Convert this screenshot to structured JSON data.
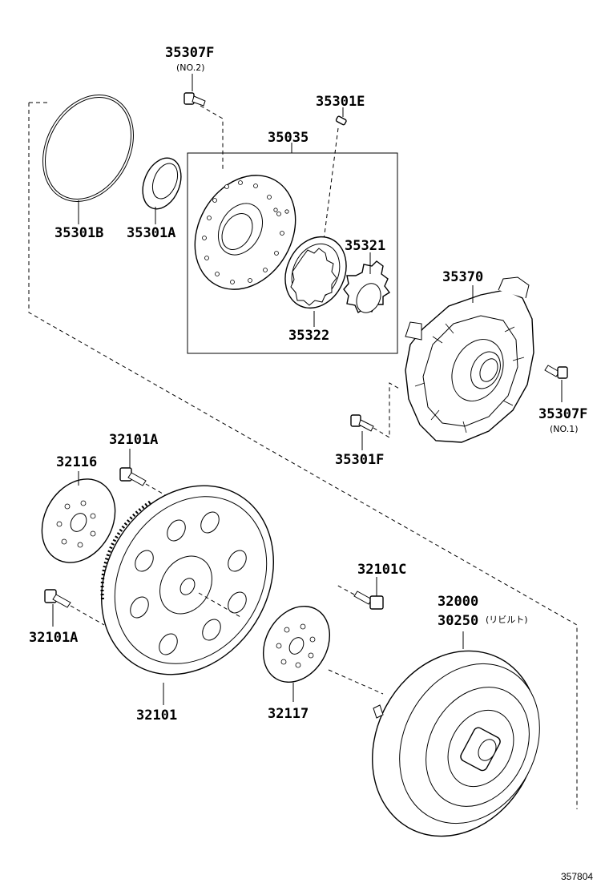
{
  "labels": {
    "p35307F_no2": "35307F",
    "p35307F_no2_sub": "(NO.2)",
    "p35301E": "35301E",
    "p35035": "35035",
    "p35301B": "35301B",
    "p35301A": "35301A",
    "p35321": "35321",
    "p35322": "35322",
    "p35370": "35370",
    "p35307F_no1": "35307F",
    "p35307F_no1_sub": "(NO.1)",
    "p35301F": "35301F",
    "p32101A_top": "32101A",
    "p32116": "32116",
    "p32101A_bottom": "32101A",
    "p32101": "32101",
    "p32101C": "32101C",
    "p32117": "32117",
    "p32000": "32000",
    "p30250": "30250",
    "p30250_sub": "(リビルト)",
    "ref_number": "357804"
  }
}
